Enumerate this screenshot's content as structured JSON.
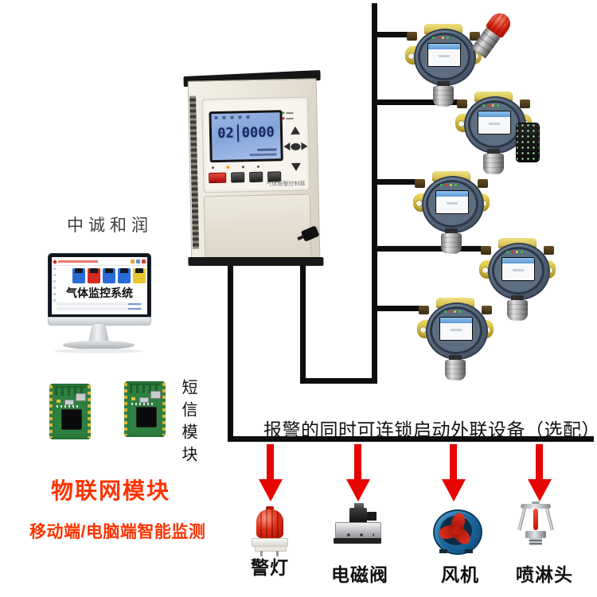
{
  "brand": {
    "label": "中诚和润"
  },
  "monitor": {
    "screen_title": "气体监控系统"
  },
  "modules": {
    "sms_label": "短信模块",
    "iot_title": "物联网模块",
    "iot_subtitle": "移动端/电脑端智能监测"
  },
  "controller": {
    "name_label": "气体报警控制器",
    "lcd": {
      "channel": "02",
      "reading": "0000"
    }
  },
  "interlock": {
    "note": "报警的同时可连锁启动外联设备（选配）"
  },
  "linked_devices": {
    "items": [
      {
        "label": "警灯"
      },
      {
        "label": "电磁阀"
      },
      {
        "label": "风机"
      },
      {
        "label": "喷淋头"
      }
    ]
  },
  "detectors": {
    "count": "5",
    "accessories": [
      "alarm-beacon-icon",
      "remote-control-icon"
    ]
  },
  "colors": {
    "arrow_red": "#e60500",
    "accent_red_text": "#ff3300",
    "wire_black": "#0d0d0d",
    "detector_yellow": "#e2ce50",
    "lcd_blue": "#8fb0dc",
    "fan_blue": "#1a6fa8",
    "beacon_red": "#d62310",
    "pcb_green": "#2e8040"
  }
}
